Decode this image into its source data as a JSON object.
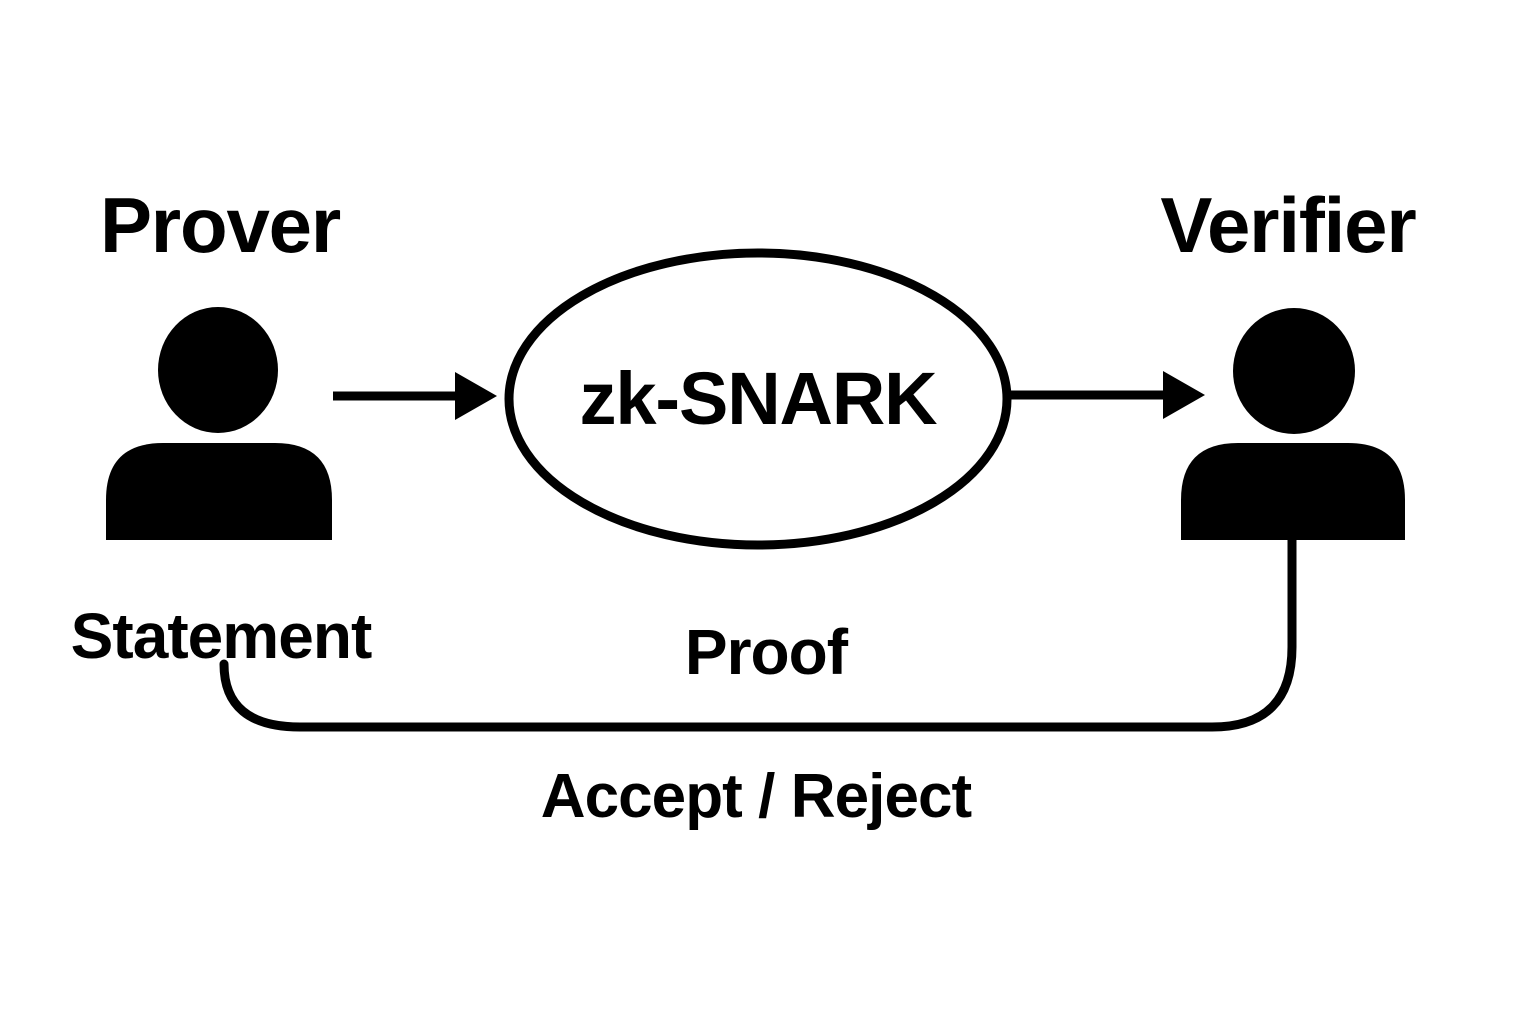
{
  "colors": {
    "foreground": "#000000",
    "background": "#ffffff"
  },
  "diagram": {
    "type": "flow-diagram",
    "labels": {
      "prover": "Prover",
      "verifier": "Verifier",
      "protocol": "zk-SNARK",
      "statement": "Statement",
      "proof": "Proof",
      "accept_reject": "Accept / Reject"
    },
    "icons": {
      "prover": "person-icon",
      "verifier": "person-icon"
    },
    "edges": [
      {
        "from": "Prover",
        "to": "zk-SNARK",
        "type": "arrow"
      },
      {
        "from": "zk-SNARK",
        "to": "Verifier",
        "type": "arrow"
      },
      {
        "from": "Statement",
        "to": "Verifier",
        "type": "curved-line",
        "labels_along": [
          "Proof",
          "Accept / Reject"
        ]
      }
    ]
  }
}
